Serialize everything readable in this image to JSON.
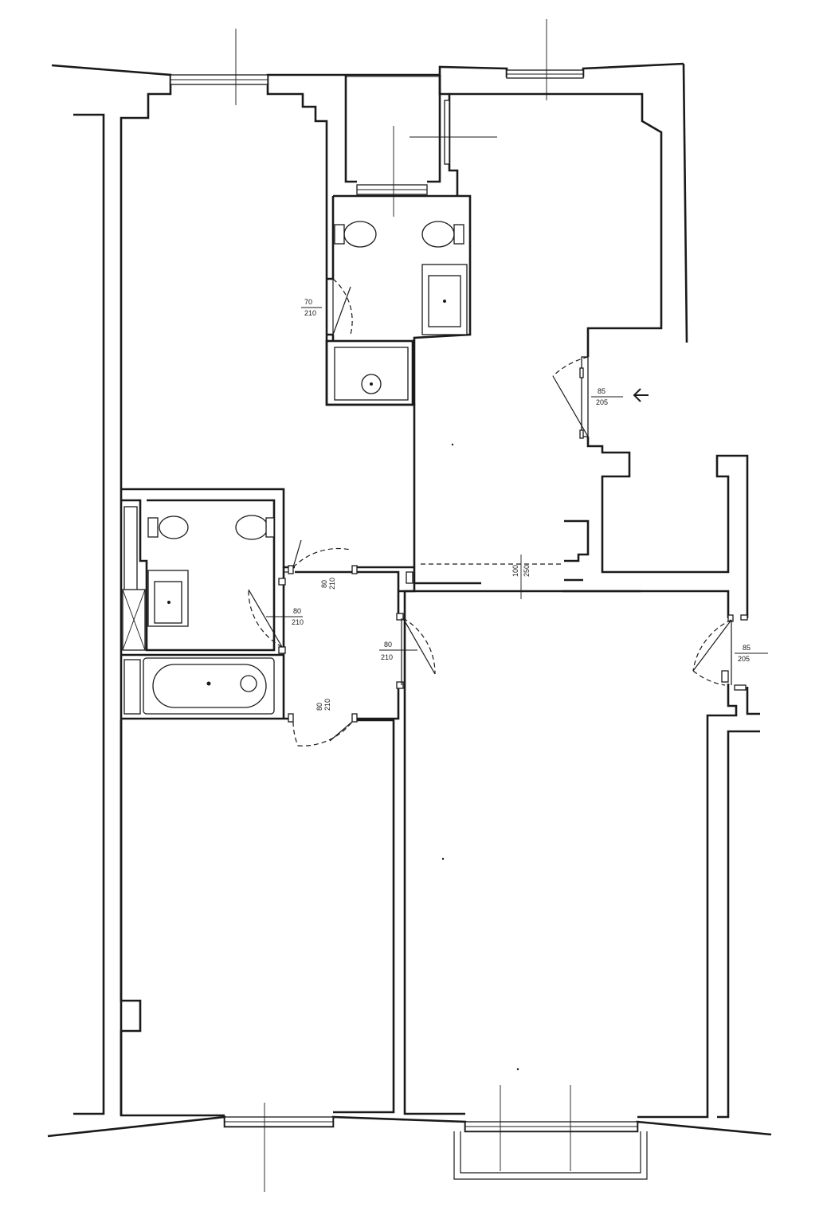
{
  "plan": {
    "colors": {
      "line": "#1a1a1a",
      "background": "#ffffff"
    },
    "doors": [
      {
        "id": "wc-upper-door",
        "width": "70",
        "height": "210"
      },
      {
        "id": "entrance-door",
        "width": "85",
        "height": "205"
      },
      {
        "id": "bath-door-top",
        "width": "80",
        "height": "210"
      },
      {
        "id": "bath-door-side",
        "width": "80",
        "height": "210"
      },
      {
        "id": "hall-door-right",
        "width": "80",
        "height": "210"
      },
      {
        "id": "hall-door-bottom",
        "width": "80",
        "height": "210"
      },
      {
        "id": "passage-opening",
        "width": "100",
        "height": "250"
      },
      {
        "id": "neighbour-door",
        "width": "85",
        "height": "205"
      }
    ],
    "entry_marker_icon": "arrow-left-icon"
  }
}
